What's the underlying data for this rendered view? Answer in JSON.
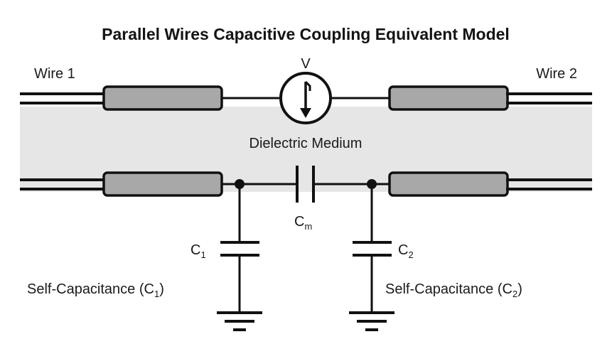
{
  "title": "Parallel Wires Capacitive Coupling Equivalent Model",
  "labels": {
    "wire1": "Wire 1",
    "wire2": "Wire 2",
    "source": "V",
    "dielectric": "Dielectric Medium",
    "cm_main": "C",
    "cm_sub": "m",
    "c1_main": "C",
    "c1_sub": "1",
    "c2_main": "C",
    "c2_sub": "2",
    "self_c1_prefix": "Self-Capacitance (C",
    "self_c1_sub": "1",
    "self_c1_suffix": ")",
    "self_c2_prefix": "Self-Capacitance (C",
    "self_c2_sub": "2",
    "self_c2_suffix": ")"
  },
  "colors": {
    "dielectric_band": "#e6e6e6",
    "segment_fill": "#a8a8a8",
    "line": "#111111"
  },
  "components": {
    "source_icon": "ac-current-source-icon",
    "coupling_capacitor": "capacitor-icon",
    "ground_icon": "ground-icon"
  }
}
